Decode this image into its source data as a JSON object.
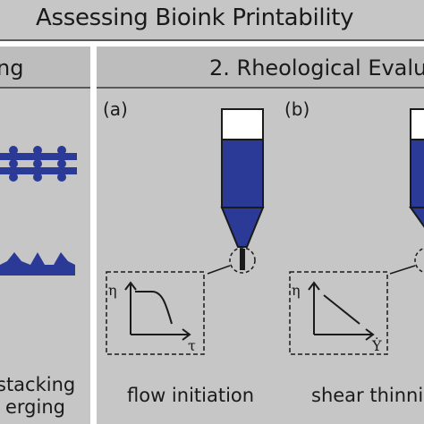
{
  "figure": {
    "title": "Assessing Bioink Printability",
    "left_section": {
      "title": "ng",
      "caption_lines": [
        "stacking",
        "erging"
      ]
    },
    "right_section": {
      "title": "2. Rheological Evalu",
      "panel_a": {
        "label": "(a)",
        "y_axis": "η",
        "x_axis": "τ",
        "caption": "flow initiation"
      },
      "panel_b": {
        "label": "(b)",
        "y_axis": "η",
        "x_axis": "Ẏ",
        "caption": "shear thinnin"
      }
    },
    "colors": {
      "ink": "#2a3a96",
      "panel_bg": "#c6c6c6",
      "line": "#1a1a1a"
    }
  }
}
